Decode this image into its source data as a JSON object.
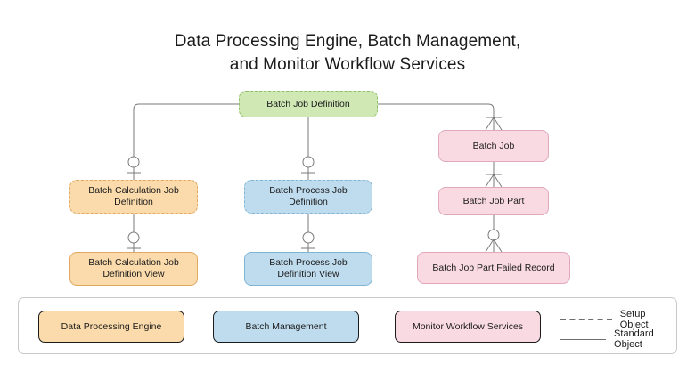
{
  "title": "Data Processing Engine, Batch Management,\nand Monitor Workflow Services",
  "nodes": {
    "batch_job_definition": "Batch Job Definition",
    "batch_calculation_job_definition": "Batch Calculation Job\nDefinition",
    "batch_calculation_job_definition_view": "Batch Calculation Job\nDefinition View",
    "batch_process_job_definition": "Batch Process Job\nDefinition",
    "batch_process_job_definition_view": "Batch Process Job\nDefinition View",
    "batch_job": "Batch Job",
    "batch_job_part": "Batch Job Part",
    "batch_job_part_failed_record": "Batch Job Part Failed Record"
  },
  "legend": {
    "chips": [
      {
        "label": "Data Processing Engine"
      },
      {
        "label": "Batch Management"
      },
      {
        "label": "Monitor Workflow Services"
      }
    ],
    "keys": [
      {
        "label": "Setup Object"
      },
      {
        "label": "Standard Object"
      }
    ]
  },
  "colors": {
    "green_fill": "#cfe8b4",
    "green_stroke": "#8fbf6a",
    "orange_fill": "#fbdbab",
    "orange_stroke": "#e0a860",
    "blue_fill": "#bfdcef",
    "blue_stroke": "#82b4d4",
    "pink_fill": "#f9dae3",
    "pink_stroke": "#e0a8bb",
    "connector": "#7a7a7a",
    "legend_border": "#c9c9c9",
    "text": "#1b1b1b"
  }
}
